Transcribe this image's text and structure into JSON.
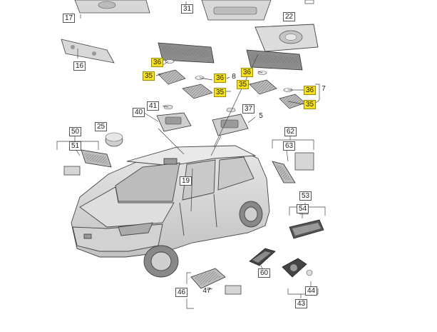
{
  "diagram": {
    "callouts": {
      "c17": "17",
      "c31": "31",
      "c22": "22",
      "c16": "16",
      "c36a": "36",
      "c35a": "35",
      "c36b": "36",
      "c8": "8",
      "c35b": "35",
      "c36c": "36",
      "c35c": "35",
      "c36d": "36",
      "c7": "7",
      "c35d": "35",
      "c41": "41",
      "c40": "40",
      "c37": "37",
      "c5": "5",
      "c25": "25",
      "c50": "50",
      "c51": "51",
      "c62": "62",
      "c63": "63",
      "c19": "19",
      "c53": "53",
      "c54": "54",
      "c60": "60",
      "c46": "46",
      "c47": "47",
      "c44": "44",
      "c43": "43"
    },
    "highlighted": [
      "c36a",
      "c35a",
      "c36b",
      "c35b",
      "c36c",
      "c35c",
      "c36d",
      "c35d"
    ],
    "colors": {
      "highlight": "#f5e21b",
      "line": "#444444",
      "part": "#cfcfcf",
      "part_dark": "#8a8a8a",
      "car_body": "#d9d9d9"
    }
  }
}
